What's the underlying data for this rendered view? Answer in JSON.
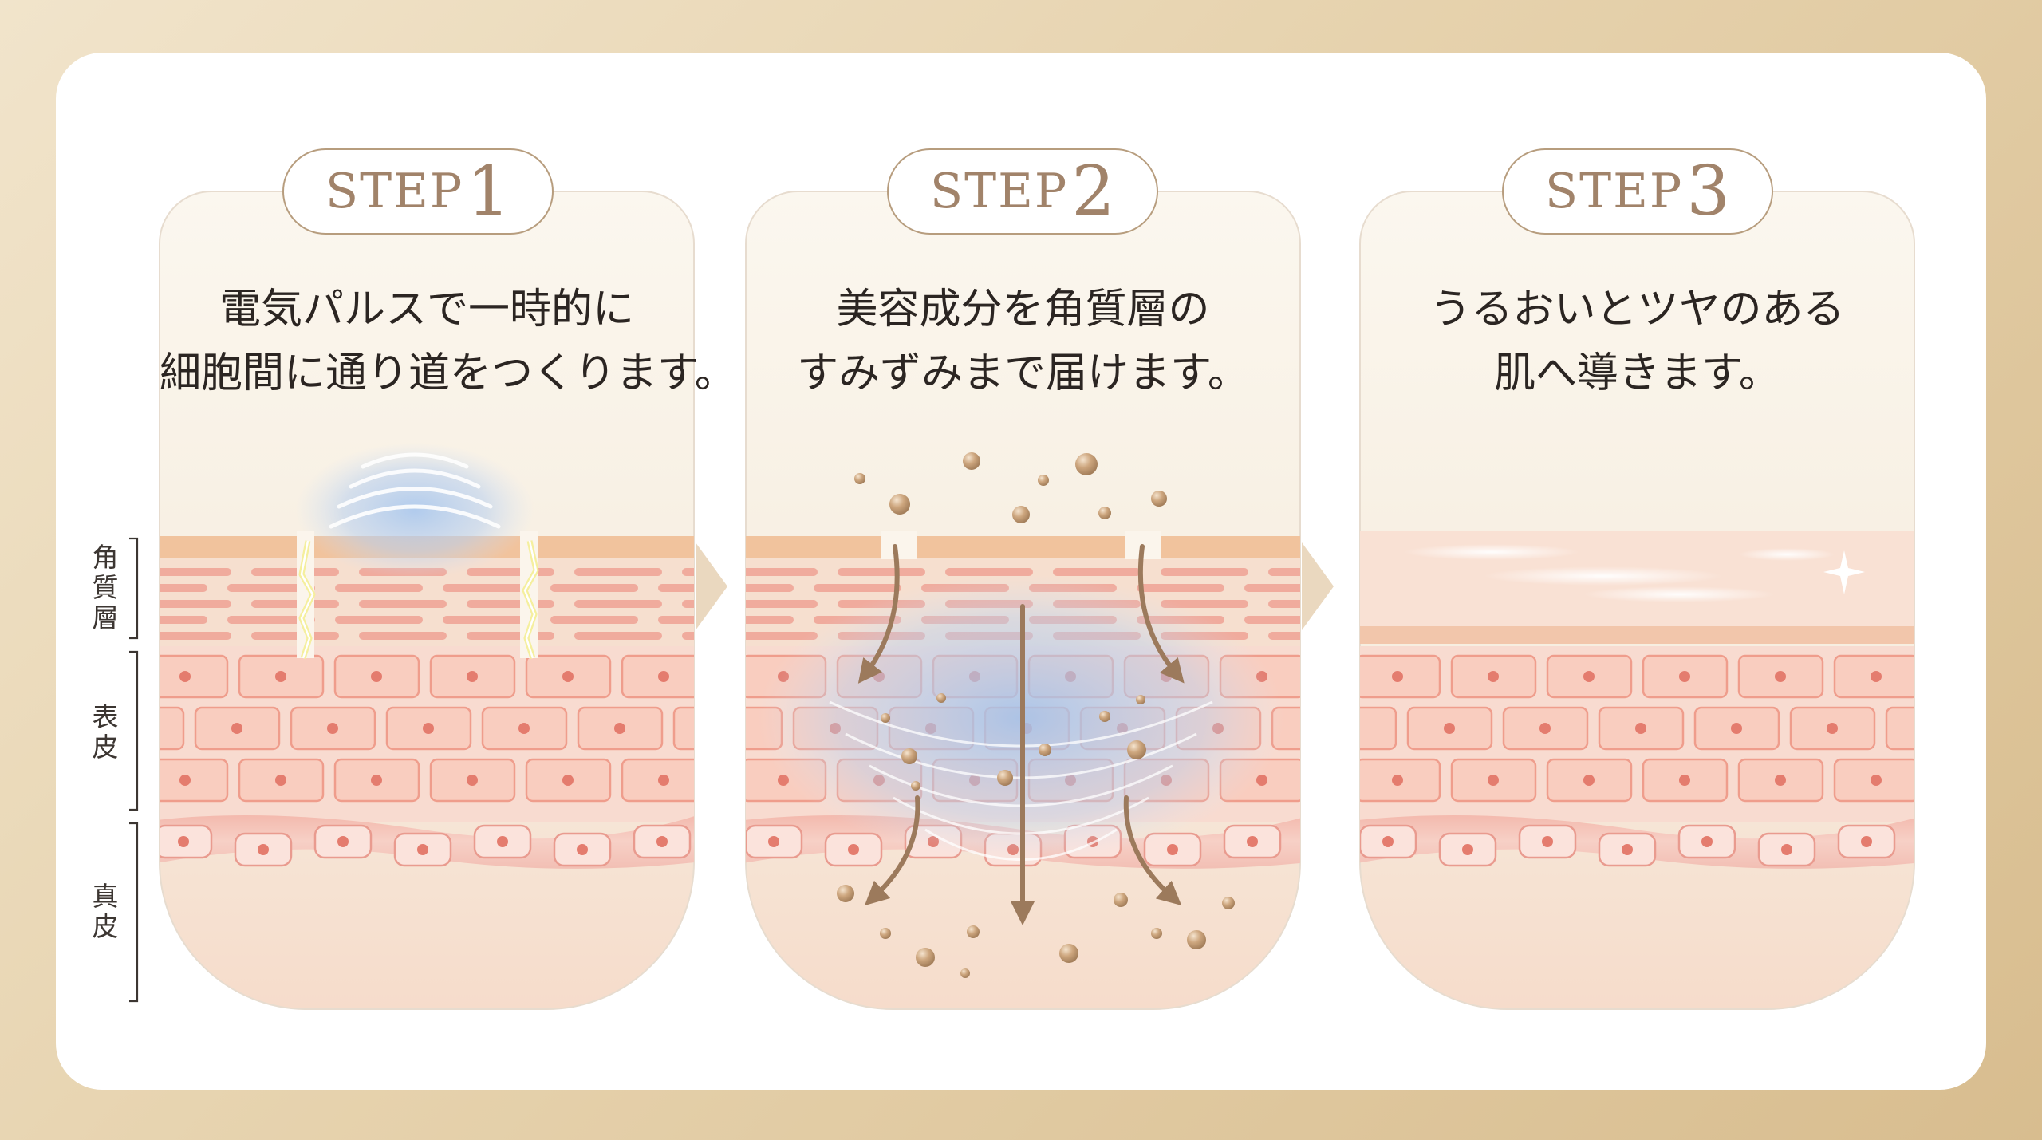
{
  "steps": [
    {
      "word": "STEP",
      "num": "1",
      "line1": "電気パルスで一時的に",
      "line2": "細胞間に通り道をつくります。"
    },
    {
      "word": "STEP",
      "num": "2",
      "line1": "美容成分を角質層の",
      "line2": "すみずみまで届けます。"
    },
    {
      "word": "STEP",
      "num": "3",
      "line1": "うるおいとツヤのある",
      "line2": "肌へ導きます。"
    }
  ],
  "layers": {
    "stratum_corneum": "角質層",
    "epidermis": "表皮",
    "dermis": "真皮"
  }
}
